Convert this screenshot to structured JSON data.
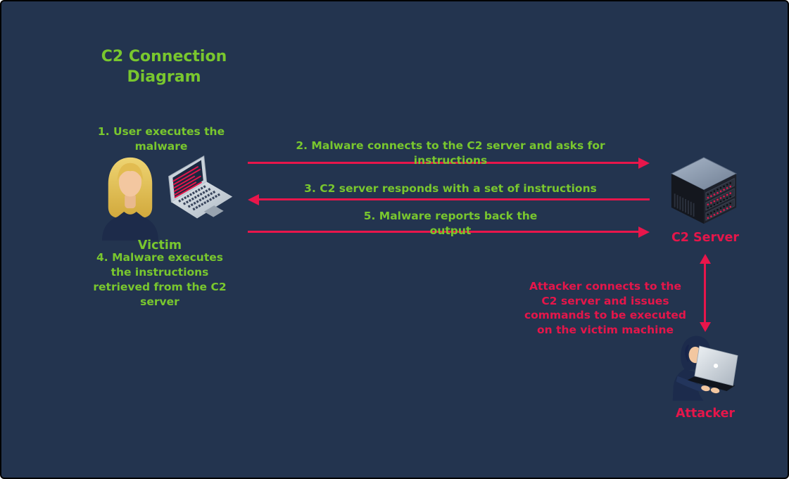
{
  "title": "C2 Connection\nDiagram",
  "colors": {
    "background": "#23344f",
    "border": "#000000",
    "accent_green": "#79c72e",
    "accent_red": "#e5164a"
  },
  "victim": {
    "step1_label": "1. User executes the\nmalware",
    "name_label": "Victim",
    "step4_label": "4. Malware executes\nthe instructions\nretrieved from the C2\nserver",
    "icons": [
      "victim-user-icon",
      "victim-laptop-icon"
    ]
  },
  "flows": [
    {
      "step": 2,
      "label": "2. Malware connects to the C2 server and asks for\ninstructions",
      "direction": "right",
      "from": "Victim",
      "to": "C2 Server"
    },
    {
      "step": 3,
      "label": "3. C2 server responds with a set of instructions",
      "direction": "left",
      "from": "C2 Server",
      "to": "Victim"
    },
    {
      "step": 5,
      "label": "5. Malware reports back the\noutput",
      "direction": "right",
      "from": "Victim",
      "to": "C2 Server"
    }
  ],
  "c2_server": {
    "name_label": "C2 Server",
    "icon": "c2-server-icon"
  },
  "attacker": {
    "note": "Attacker connects to the\nC2 server and issues\ncommands to be executed\non the victim machine",
    "name_label": "Attacker",
    "icon": "attacker-icon",
    "link_direction": "both"
  }
}
